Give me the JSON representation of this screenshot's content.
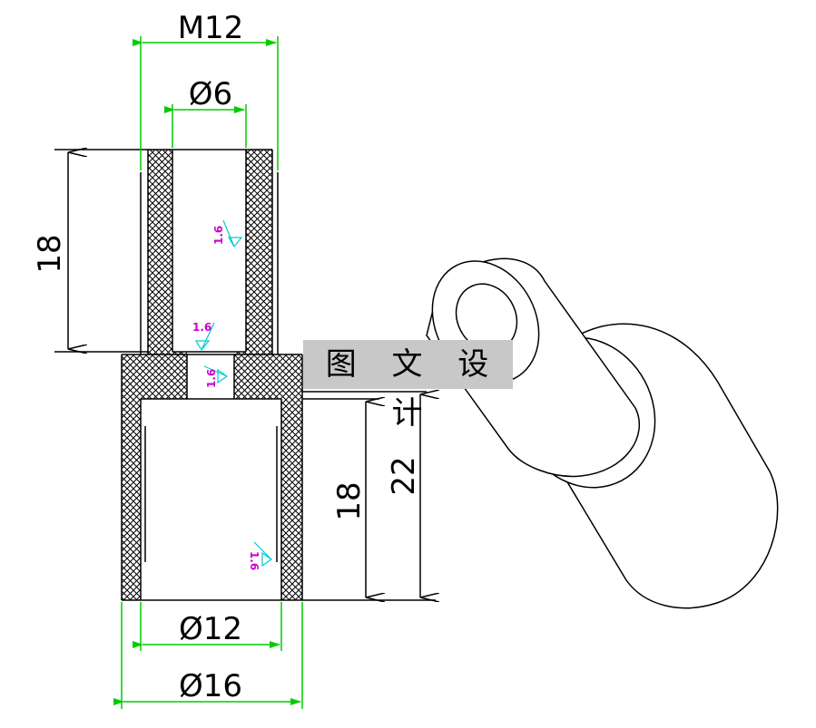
{
  "title_block": {
    "text": "图 文 设 计"
  },
  "dimensions": {
    "thread": "M12",
    "bore_small": "Ø6",
    "upper_length": "18",
    "lower_length": "18",
    "total_lower": "22",
    "bore_large": "Ø12",
    "outer_diameter": "Ø16"
  },
  "roughness": {
    "upper_bore": "1.6",
    "step_top": "1.6",
    "step_bore": "1.6",
    "lower_bore": "1.6"
  },
  "colors": {
    "outline": "#000000",
    "dimension": "#00cc00",
    "roughness_symbol": "#00cccc",
    "roughness_text": "#cc00cc",
    "title_bg": "#c8c8c8"
  }
}
